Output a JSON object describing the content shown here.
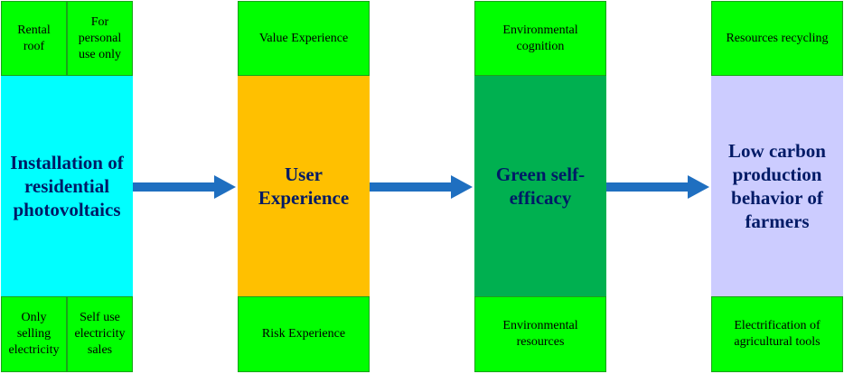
{
  "columns": [
    {
      "main": "Installation of residential photovoltaics",
      "main_color": "#00ffff",
      "top": [
        "Rental roof",
        "For personal use only"
      ],
      "bottom": [
        "Only selling electricity",
        "Self use electricity sales"
      ]
    },
    {
      "main": "User Experience",
      "main_color": "#ffc000",
      "top": [
        "Value Experience"
      ],
      "bottom": [
        "Risk Experience"
      ]
    },
    {
      "main": "Green self-efficacy",
      "main_color": "#00b050",
      "top": [
        "Environmental cognition"
      ],
      "bottom": [
        "Environmental resources"
      ]
    },
    {
      "main": "Low carbon production behavior of farmers",
      "main_color": "#ccccff",
      "top": [
        "Resources recycling"
      ],
      "bottom": [
        "Electrification of agricultural tools"
      ]
    }
  ],
  "colors": {
    "small_box": "#00ff00",
    "arrow": "#1f6fc0",
    "main_text": "#001a66"
  }
}
